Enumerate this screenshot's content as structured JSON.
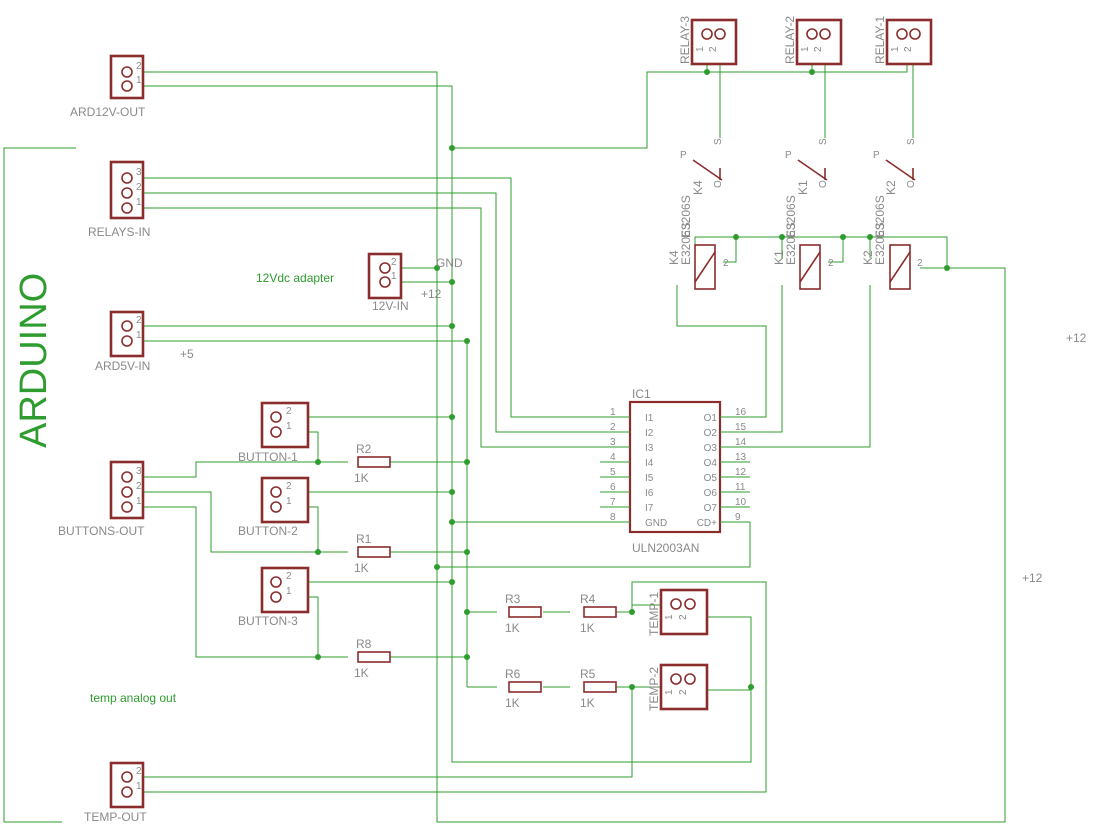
{
  "colors": {
    "wire": "#2e9c2e",
    "part": "#8b2d2d",
    "label": "#8a8a8a",
    "background": "#ffffff"
  },
  "board_label": "ARDUINO",
  "notes": {
    "adapter": "12Vdc adapter",
    "temp_analog": "temp analog out",
    "v12_right_1": "+12",
    "v12_right_2": "+12",
    "v5": "+5",
    "gnd": "GND",
    "v12": "+12"
  },
  "connectors": {
    "ard12v_out": {
      "name": "ARD12V-OUT",
      "pins": [
        "2",
        "1"
      ]
    },
    "relays_in": {
      "name": "RELAYS-IN",
      "pins": [
        "3",
        "2",
        "1"
      ]
    },
    "v12_in": {
      "name": "12V-IN",
      "pins": [
        "2",
        "1"
      ]
    },
    "ard5v_in": {
      "name": "ARD5V-IN",
      "pins": [
        "2",
        "1"
      ]
    },
    "buttons_out": {
      "name": "BUTTONS-OUT",
      "pins": [
        "3",
        "2",
        "1"
      ]
    },
    "temp_out": {
      "name": "TEMP-OUT",
      "pins": [
        "2",
        "1"
      ]
    },
    "button1": {
      "name": "BUTTON-1",
      "pins": [
        "2",
        "1"
      ]
    },
    "button2": {
      "name": "BUTTON-2",
      "pins": [
        "2",
        "1"
      ]
    },
    "button3": {
      "name": "BUTTON-3",
      "pins": [
        "2",
        "1"
      ]
    },
    "relay3": {
      "name": "RELAY-3",
      "pins": [
        "1",
        "2"
      ]
    },
    "relay2": {
      "name": "RELAY-2",
      "pins": [
        "1",
        "2"
      ]
    },
    "relay1": {
      "name": "RELAY-1",
      "pins": [
        "1",
        "2"
      ]
    },
    "temp1": {
      "name": "TEMP-1",
      "pins": [
        "1",
        "2"
      ]
    },
    "temp2": {
      "name": "TEMP-2",
      "pins": [
        "1",
        "2"
      ]
    }
  },
  "resistors": [
    {
      "name": "R2",
      "value": "1K"
    },
    {
      "name": "R1",
      "value": "1K"
    },
    {
      "name": "R8",
      "value": "1K"
    },
    {
      "name": "R3",
      "value": "1K"
    },
    {
      "name": "R4",
      "value": "1K"
    },
    {
      "name": "R6",
      "value": "1K"
    },
    {
      "name": "R5",
      "value": "1K"
    }
  ],
  "relays": [
    {
      "name": "K4",
      "part": "E3206S",
      "pins": {
        "p": "P",
        "s": "S",
        "o": "O",
        "coil": "2"
      }
    },
    {
      "name": "K1",
      "part": "E3206S",
      "pins": {
        "p": "P",
        "s": "S",
        "o": "O",
        "coil": "2"
      }
    },
    {
      "name": "K2",
      "part": "E3206S",
      "pins": {
        "p": "P",
        "s": "S",
        "o": "O",
        "coil": "2"
      }
    }
  ],
  "ic": {
    "name": "IC1",
    "part": "ULN2003AN",
    "left_pins": [
      {
        "num": "1",
        "label": "I1"
      },
      {
        "num": "2",
        "label": "I2"
      },
      {
        "num": "3",
        "label": "I3"
      },
      {
        "num": "4",
        "label": "I4"
      },
      {
        "num": "5",
        "label": "I5"
      },
      {
        "num": "6",
        "label": "I6"
      },
      {
        "num": "7",
        "label": "I7"
      },
      {
        "num": "8",
        "label": "GND"
      }
    ],
    "right_pins": [
      {
        "num": "16",
        "label": "O1"
      },
      {
        "num": "15",
        "label": "O2"
      },
      {
        "num": "14",
        "label": "O3"
      },
      {
        "num": "13",
        "label": "O4"
      },
      {
        "num": "12",
        "label": "O5"
      },
      {
        "num": "11",
        "label": "O6"
      },
      {
        "num": "10",
        "label": "O7"
      },
      {
        "num": "9",
        "label": "CD+"
      }
    ]
  }
}
